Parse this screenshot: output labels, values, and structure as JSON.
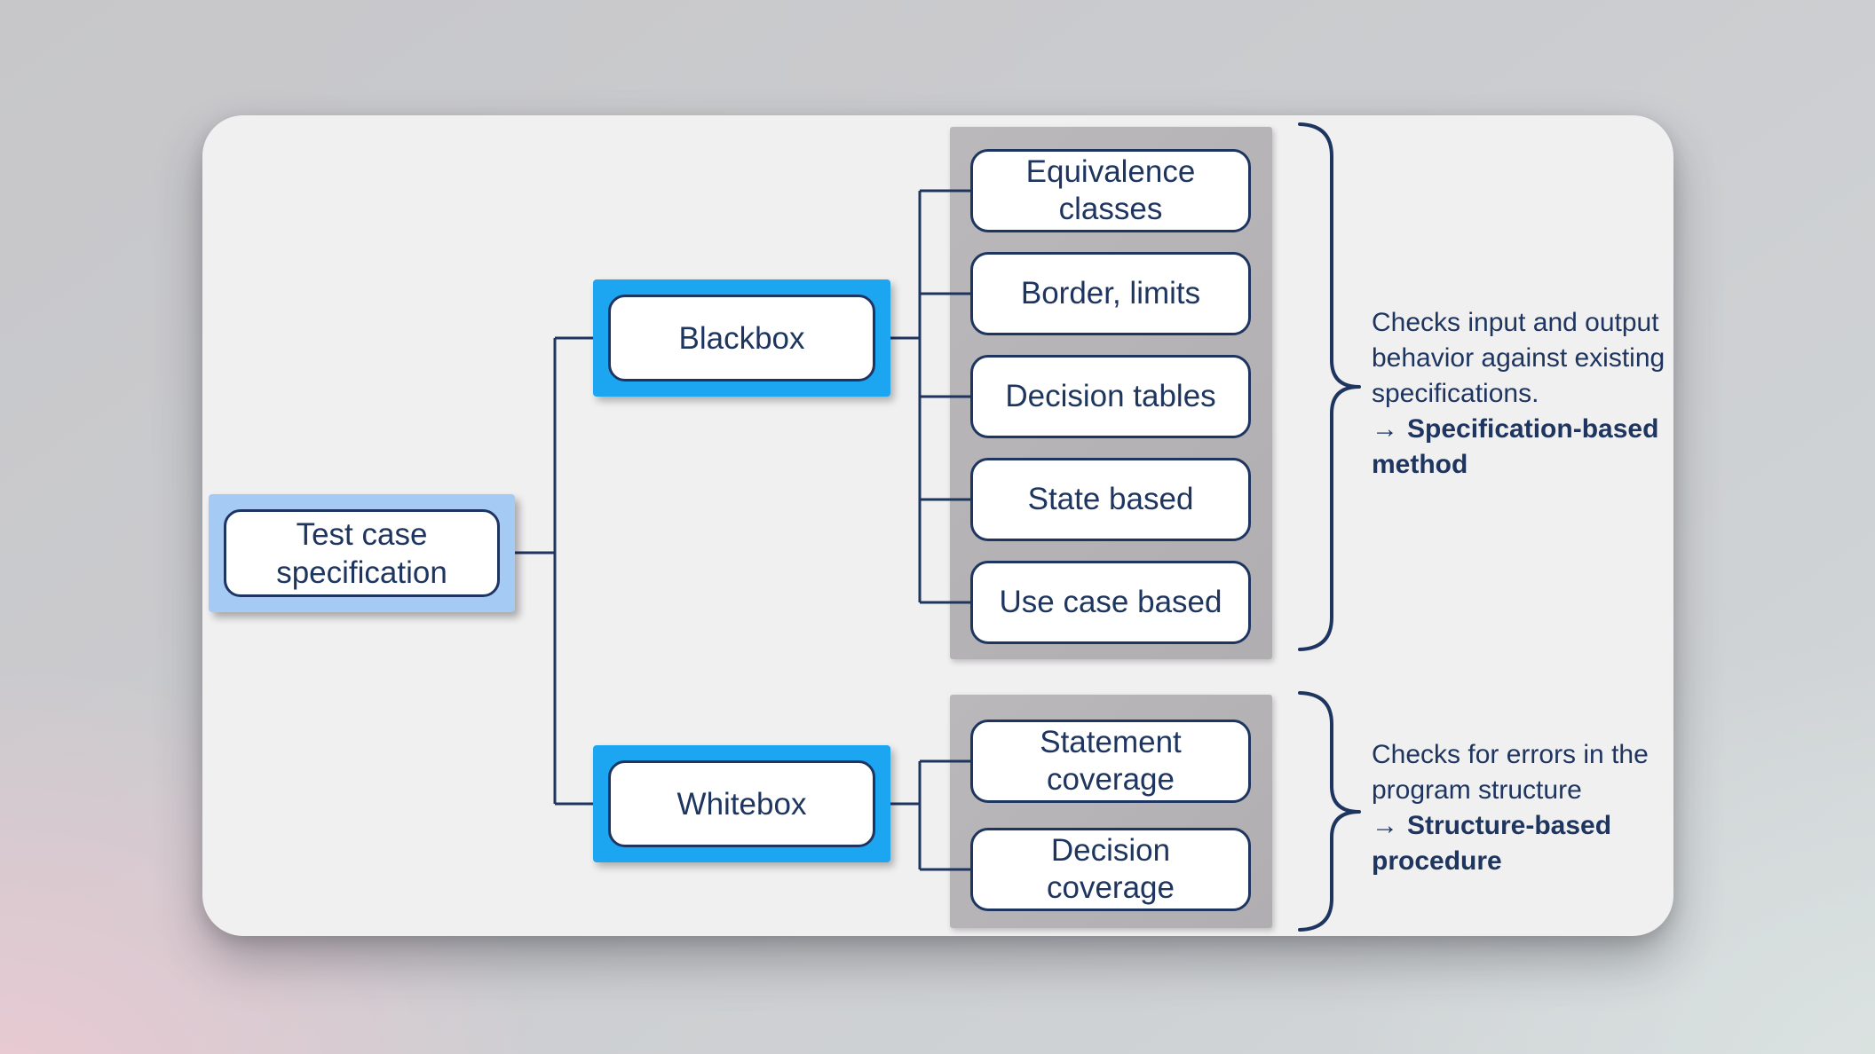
{
  "colors": {
    "navy": "#1E3560",
    "bright_blue": "#1CA6F2",
    "light_blue": "#A5CBF5",
    "container_gray": "#B5B3B5",
    "panel_bg": "#F1F0F1"
  },
  "root": {
    "label": "Test case specification"
  },
  "branches": {
    "blackbox": {
      "label": "Blackbox",
      "children": {
        "equivalence": "Equivalence classes",
        "border_limits": "Border, limits",
        "decision_tables": "Decision tables",
        "state_based": "State based",
        "use_case_based": "Use case based"
      },
      "note": {
        "text": "Checks input and output behavior against existing specifications.",
        "arrow": "→",
        "bold": "Specification-based method"
      }
    },
    "whitebox": {
      "label": "Whitebox",
      "children": {
        "statement_coverage": "Statement coverage",
        "decision_coverage": "Decision coverage"
      },
      "note": {
        "text": "Checks for errors in the program structure",
        "arrow": "→",
        "bold": "Structure-based procedure"
      }
    }
  }
}
